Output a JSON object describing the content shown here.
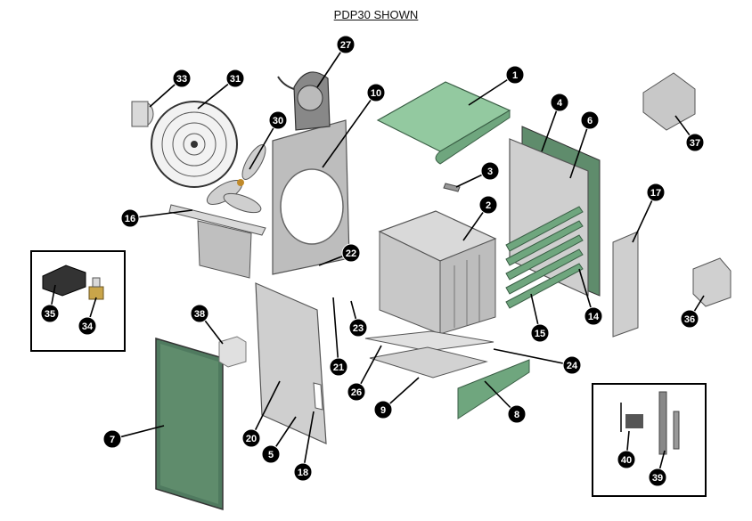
{
  "title": "PDP30 SHOWN",
  "callouts": [
    {
      "label": "1",
      "part": "top-cover"
    },
    {
      "label": "2",
      "part": "heat-exchanger"
    },
    {
      "label": "3",
      "part": "bracket-clip"
    },
    {
      "label": "4",
      "part": "side-panel-edge"
    },
    {
      "label": "5",
      "part": "front-panel"
    },
    {
      "label": "6",
      "part": "side-panel"
    },
    {
      "label": "7",
      "part": "access-door"
    },
    {
      "label": "8",
      "part": "bottom-trim"
    },
    {
      "label": "9",
      "part": "burner-tray"
    },
    {
      "label": "10",
      "part": "fan-panel"
    },
    {
      "label": "14",
      "part": "louver-bracket"
    },
    {
      "label": "15",
      "part": "louvers"
    },
    {
      "label": "16",
      "part": "fan-louver-assembly"
    },
    {
      "label": "17",
      "part": "mounting-rail"
    },
    {
      "label": "18",
      "part": "panel-tab"
    },
    {
      "label": "20",
      "part": "panel-screw"
    },
    {
      "label": "21",
      "part": "pilot-tube"
    },
    {
      "label": "22",
      "part": "small-screw"
    },
    {
      "label": "23",
      "part": "grommet"
    },
    {
      "label": "24",
      "part": "burner-manifold"
    },
    {
      "label": "26",
      "part": "burner-rail"
    },
    {
      "label": "27",
      "part": "blower"
    },
    {
      "label": "30",
      "part": "fan-blade"
    },
    {
      "label": "31",
      "part": "fan-guard"
    },
    {
      "label": "33",
      "part": "fan-motor"
    },
    {
      "label": "34",
      "part": "gas-fitting"
    },
    {
      "label": "35",
      "part": "control-module"
    },
    {
      "label": "36",
      "part": "gas-valve-alt"
    },
    {
      "label": "37",
      "part": "gas-valve"
    },
    {
      "label": "38",
      "part": "transformer"
    },
    {
      "label": "39",
      "part": "pilot-assembly"
    },
    {
      "label": "40",
      "part": "igniter"
    }
  ],
  "colors": {
    "panel_green": "#93c9a0",
    "panel_dark_green": "#5f8c6c",
    "metal_light": "#e6e6e6",
    "metal_mid": "#bdbdbd",
    "metal_dark": "#7a7a7a",
    "callout_fill": "#000000",
    "callout_text": "#ffffff",
    "line": "#222222"
  }
}
